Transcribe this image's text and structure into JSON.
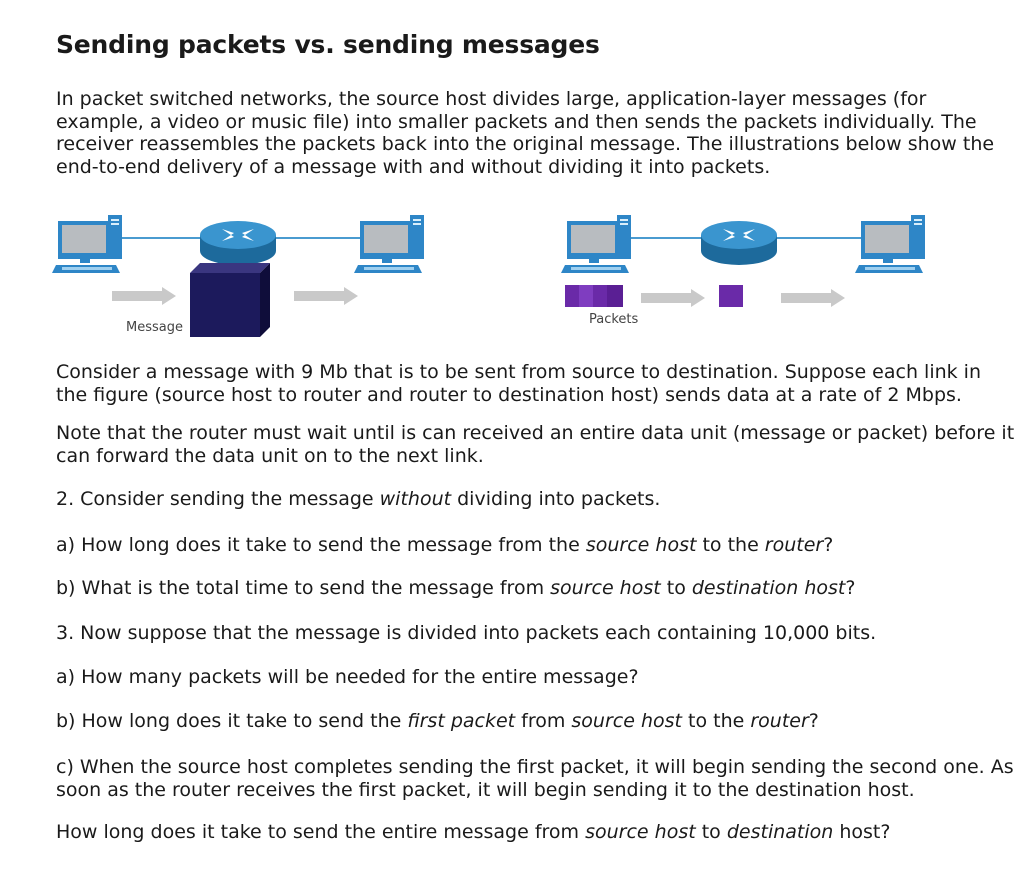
{
  "title": "Sending packets vs. sending messages",
  "intro": "In packet switched networks, the source host divides large, application-layer messages (for example, a video or music file) into smaller packets and then sends the packets individually. The receiver reassembles the packets back into the original message. The illustrations below show the end-to-end delivery of a message with and without dividing it into packets.",
  "diagram_left": {
    "caption": "Message"
  },
  "diagram_right": {
    "caption": "Packets"
  },
  "para1": "Consider a message with 9 Mb that is to be sent from source to destination. Suppose each link in the figure (source host to router and router to destination host) sends data at a rate of 2 Mbps.",
  "para2": "Note that the router must wait until is can received an entire data unit (message or packet) before it can forward the data unit on to the next link.",
  "q2": {
    "a": "2. Consider sending the message ",
    "b": "without",
    "c": " dividing into packets."
  },
  "q2a": {
    "a": "a) How long does it take to send the message from the ",
    "b": "source host",
    "c": " to the ",
    "d": "router",
    "e": "?"
  },
  "q2b": {
    "a": "b) What is the total time to send the message from ",
    "b": "source host",
    "c": " to ",
    "d": "destination host",
    "e": "?"
  },
  "q3": "3. Now suppose that the message is divided into packets each containing 10,000 bits.",
  "q3a": "a) How many packets will be needed for the entire message?",
  "q3b": {
    "a": "b) How long does it take to send the ",
    "b": "first packet",
    "c": " from ",
    "d": "source host",
    "e": " to the ",
    "f": "router",
    "g": "?"
  },
  "q3c": "c) When the source host completes sending the first packet, it will begin sending the second one. As soon as the router receives the first packet, it will begin sending it to the destination host.",
  "final": {
    "a": "How long does it take to send the entire message from ",
    "b": "source host",
    "c": " to ",
    "d": "destination",
    "e": " host?"
  },
  "colors": {
    "computer": "#2e86c7",
    "router": "#2173a8",
    "link": "#4a9bd0",
    "message_block": "#1c1a5c",
    "packet": "#6a2aa8",
    "arrow": "#c8c8c8"
  },
  "icons": [
    "computer-icon",
    "router-icon",
    "message-block",
    "packet-icon",
    "arrow-icon"
  ]
}
